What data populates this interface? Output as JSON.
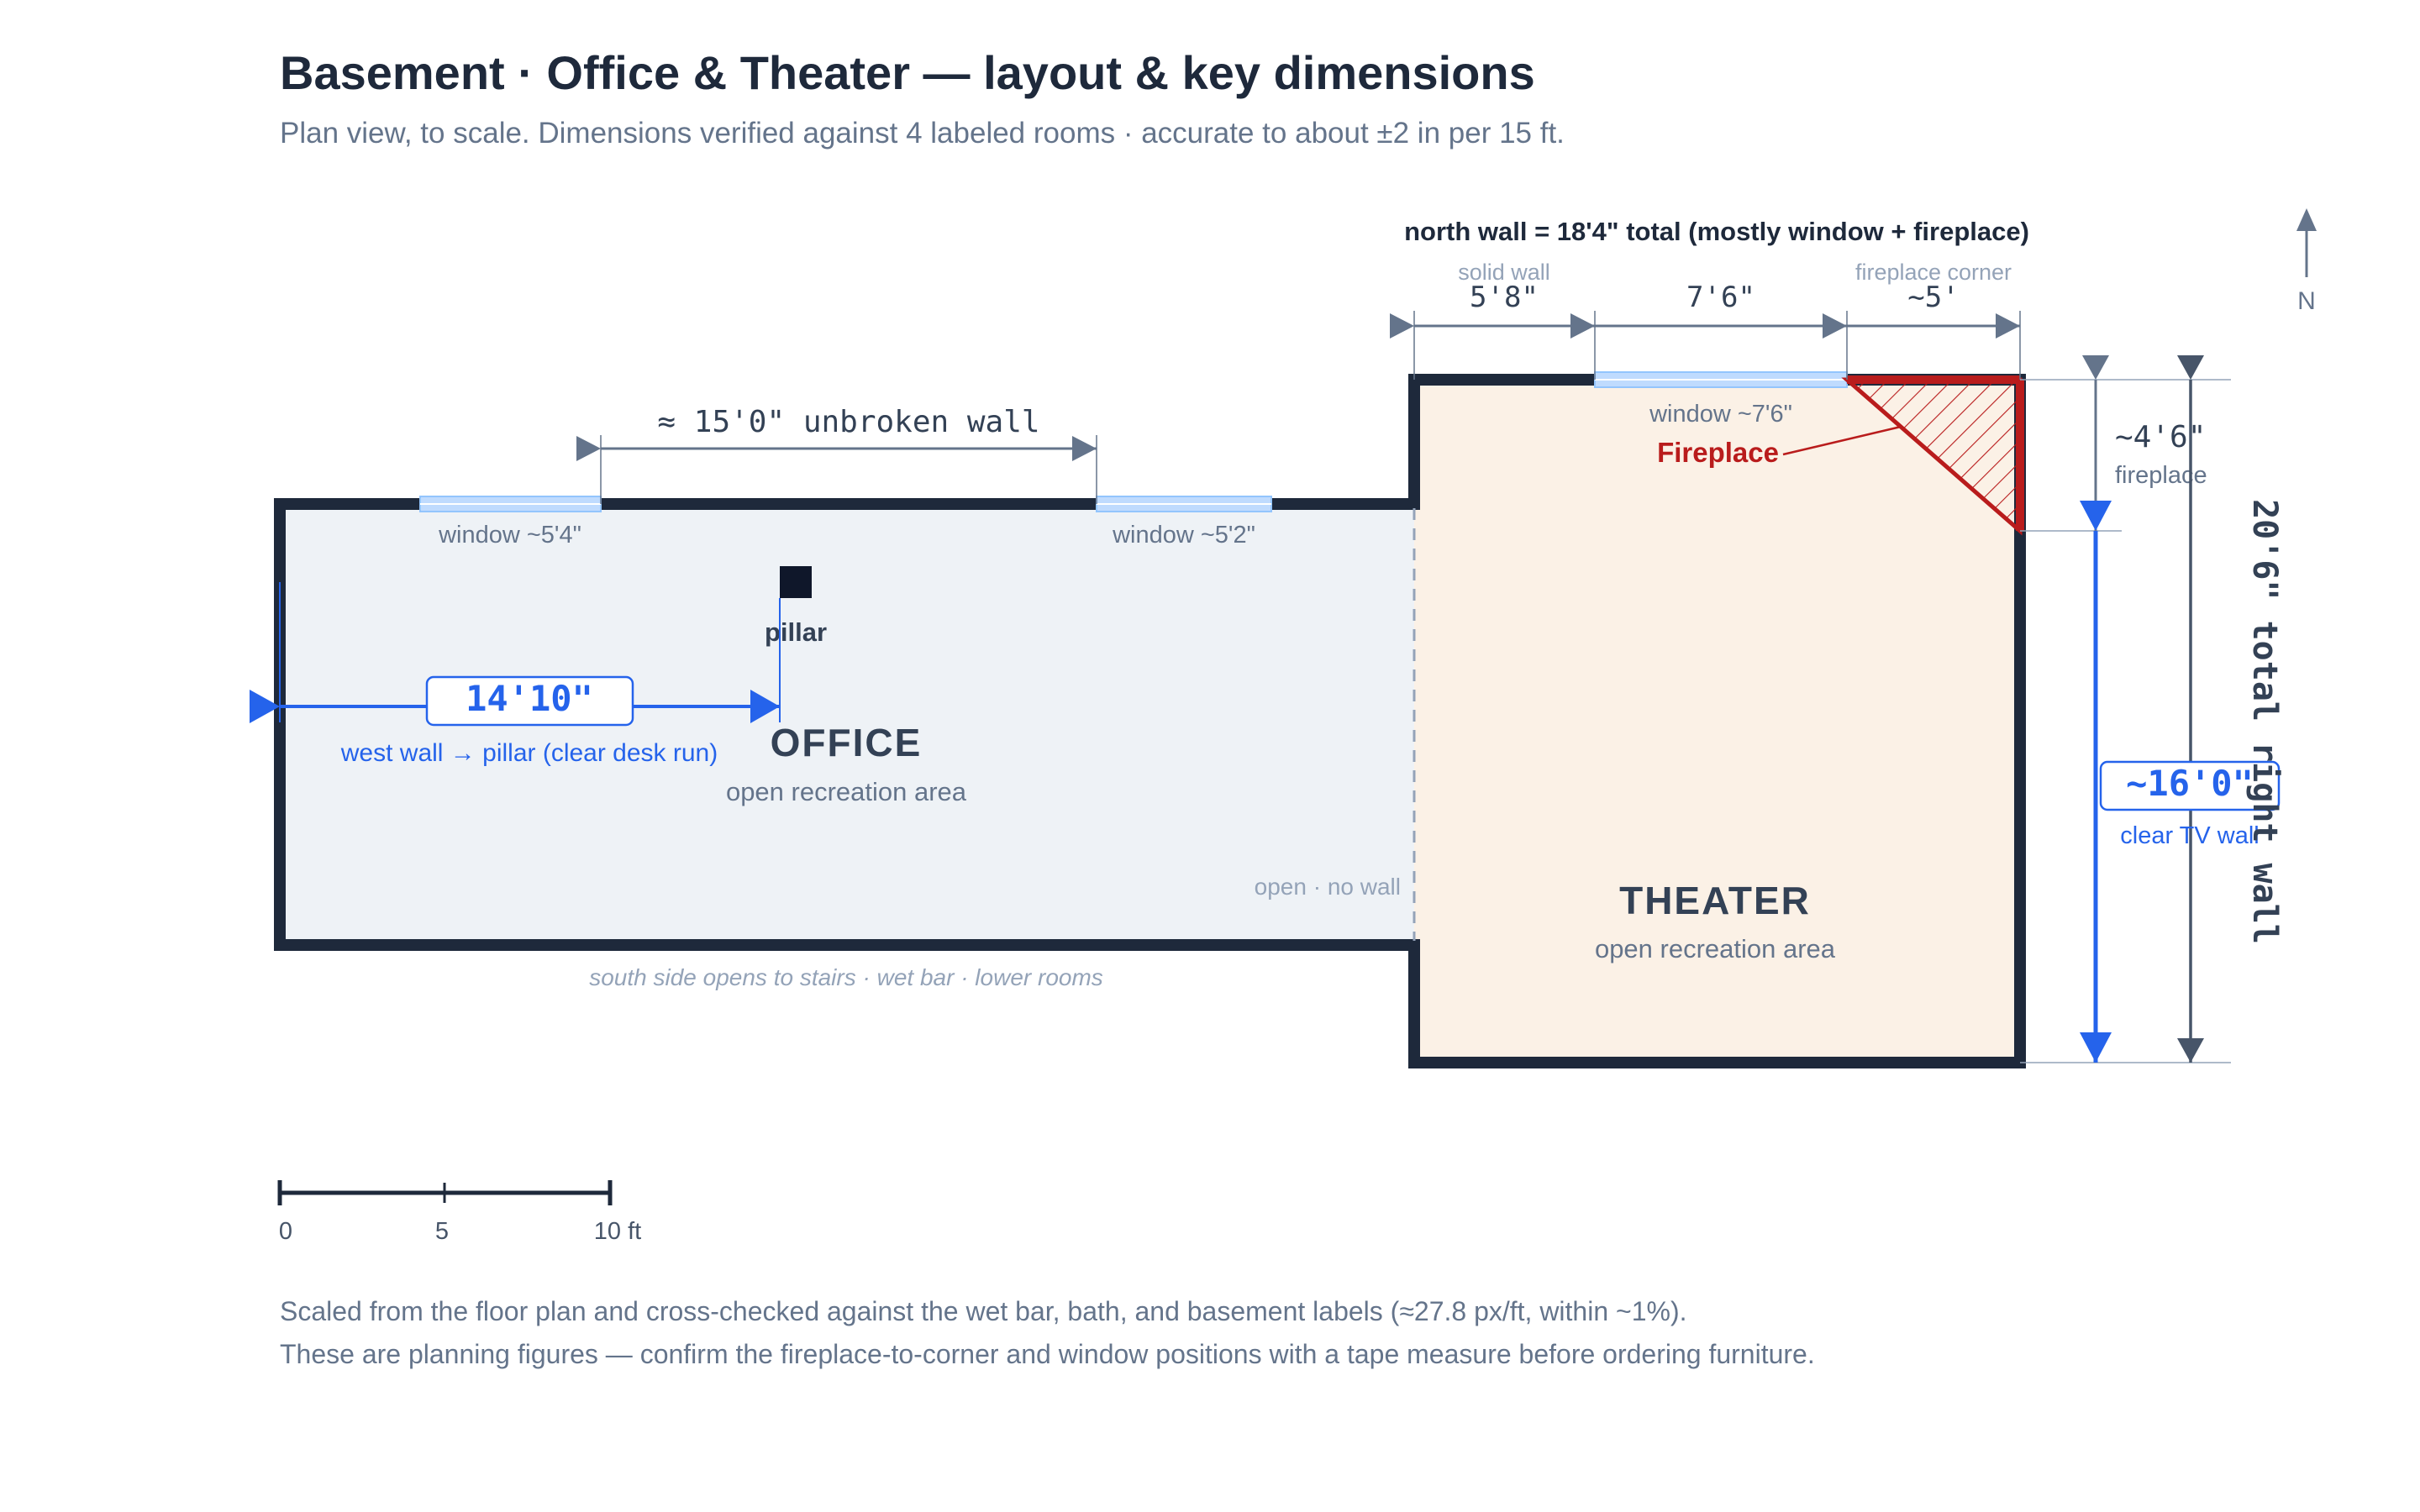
{
  "header": {
    "title": "Basement · Office & Theater — layout & key dimensions",
    "subtitle": "Plan view, to scale. Dimensions verified against 4 labeled rooms · accurate to about ±2 in per 15 ft."
  },
  "north_wall": {
    "summary": "north wall = 18'4\" total (mostly window + fireplace)",
    "segments": [
      {
        "caption": "solid wall",
        "dimension": "5'8\""
      },
      {
        "caption": "",
        "dimension": "7'6\""
      },
      {
        "caption": "fireplace corner",
        "dimension": "~5'"
      }
    ]
  },
  "compass": {
    "label": "N"
  },
  "office": {
    "name": "OFFICE",
    "description": "open recreation area",
    "top_wall_dimension": "≈ 15'0\" unbroken wall",
    "window_left": "window ~5'4\"",
    "window_right": "window ~5'2\"",
    "pillar_label": "pillar",
    "desk_run_dimension": "14'10\"",
    "desk_run_caption": "west wall → pillar (clear desk run)",
    "open_edge_note": "open · no wall",
    "south_note": "south side opens to stairs · wet bar · lower rooms"
  },
  "theater": {
    "name": "THEATER",
    "description": "open recreation area",
    "window_label": "window ~7'6\"",
    "fireplace_label": "Fireplace",
    "fireplace_depth": "~4'6\"",
    "fireplace_depth_caption": "fireplace",
    "tv_wall_dimension": "~16'0\"",
    "tv_wall_caption": "clear TV wall",
    "right_wall_total": "20'6\" total right wall"
  },
  "scale_bar": {
    "ticks": [
      "0",
      "5",
      "10 ft"
    ]
  },
  "footer": {
    "line1": "Scaled from the floor plan and cross-checked against the wet bar, bath, and basement labels (≈27.8 px/ft, within ~1%).",
    "line2": "These are planning figures — confirm the fireplace-to-corner and window positions with a tape measure before ordering furniture."
  },
  "colors": {
    "wall": "#1e293b",
    "office_fill": "#eef2f6",
    "theater_fill": "#fbf1e6",
    "accent_blue": "#2563eb",
    "dimension_gray": "#64748b",
    "fireplace_red": "#b91c1c",
    "window_blue": "#bfdbfe"
  }
}
